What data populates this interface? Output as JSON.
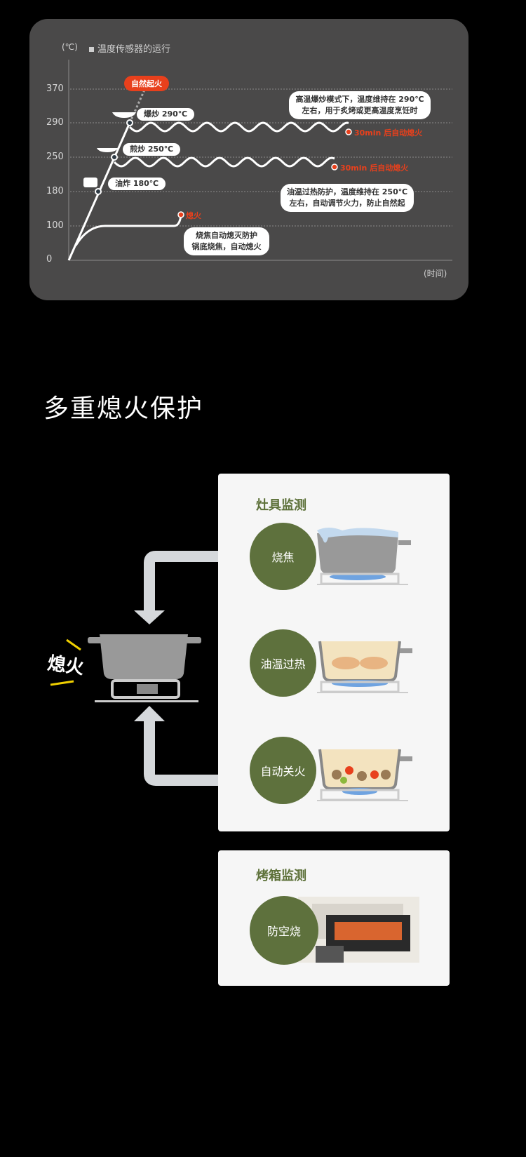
{
  "chart": {
    "unit_label": "(℃)",
    "legend": "温度传感器的运行",
    "x_label": "(时间)",
    "y_ticks": [
      "370",
      "290",
      "250",
      "180",
      "100",
      "0"
    ],
    "ignite_badge": "自然起火",
    "points": [
      {
        "label": "爆炒 290℃",
        "icon": "wok-icon"
      },
      {
        "label": "煎炒 250℃",
        "icon": "pan-icon"
      },
      {
        "label": "油炸 180℃",
        "icon": "fryer-icon"
      }
    ],
    "end_290": "30min 后自动熄火",
    "end_250": "30min 后自动熄火",
    "end_100": "熄火",
    "note_290": [
      "高温爆炒模式下，温度维持在 290℃",
      "左右，用于炙烤或更高温度烹饪时"
    ],
    "note_250": [
      "油温过热防护，温度维持在 250℃",
      "左右，自动调节火力，防止自然起"
    ],
    "note_100": [
      "烧焦自动熄灭防护",
      "锅底烧焦，自动熄火"
    ]
  },
  "chart_data": {
    "type": "line",
    "title": "温度传感器的运行",
    "ylabel": "℃",
    "xlabel": "时间",
    "y_ticks": [
      0,
      100,
      180,
      250,
      290,
      370
    ],
    "series": [
      {
        "name": "爆炒",
        "hold_temp": 290,
        "end": "30min 后自动熄火"
      },
      {
        "name": "煎炒",
        "hold_temp": 250,
        "end": "30min 后自动熄火"
      },
      {
        "name": "烧焦",
        "hold_temp": 100,
        "end": "熄火"
      }
    ]
  },
  "section": {
    "title": "多重熄火保护",
    "center_label": "熄火"
  },
  "stove_card": {
    "title": "灶具监测",
    "items": [
      "烧焦",
      "油温过热",
      "自动关火"
    ]
  },
  "oven_card": {
    "title": "烤箱监测",
    "items": [
      "防空烧"
    ]
  },
  "colors": {
    "accent_red": "#e8401c",
    "green": "#5e713d",
    "card_bg": "#f6f6f6"
  }
}
